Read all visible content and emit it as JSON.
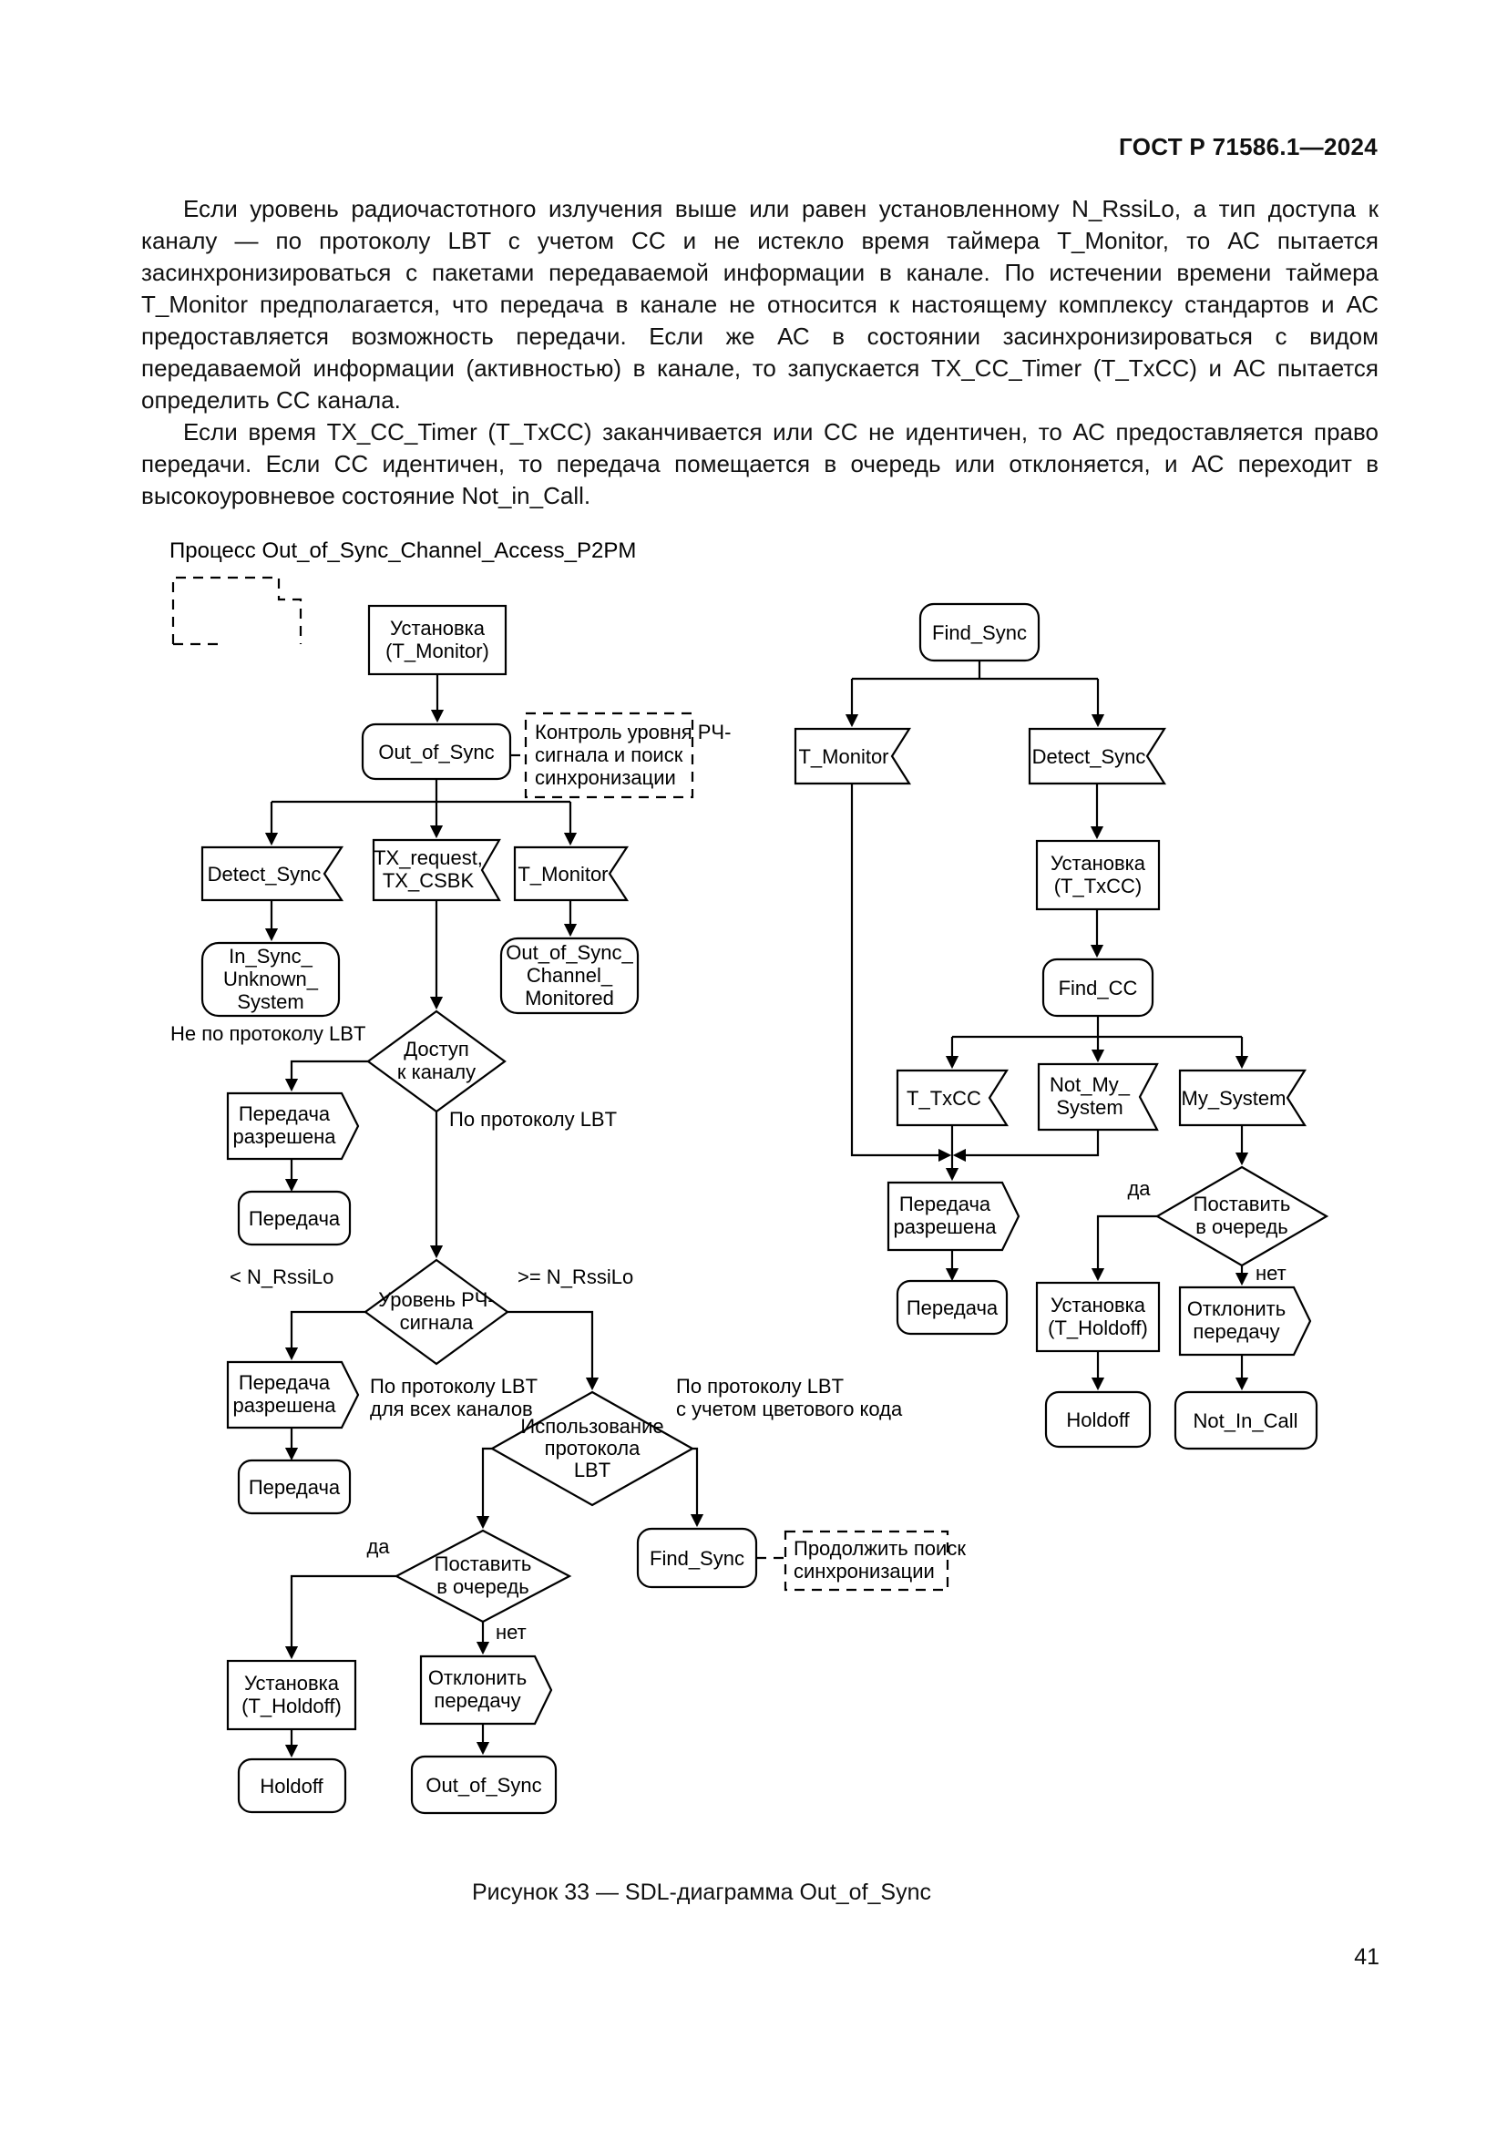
{
  "header": {
    "doc_code": "ГОСТ Р 71586.1—2024"
  },
  "footer": {
    "page_number": "41"
  },
  "body": {
    "p1": "Если уровень радиочастотного излучения выше или равен установленному N_RssiLo, а тип доступа к каналу — по протоколу LBT с учетом CC и не истекло время таймера T_Monitor, то АС пытается засинхронизироваться с пакетами передаваемой информации в канале. По истечении времени таймера T_Monitor предполагается, что передача в канале не относится к настоящему комплексу стандартов и АС предоставляется возможность передачи. Если же АС в состоянии засинхронизироваться с видом передаваемой информации (активностью) в канале, то запускается TX_CC_Timer (T_TxCC) и АС пытается определить CC канала.",
    "p2": "Если время TX_CC_Timer (T_TxCC) заканчивается или CC не идентичен, то АС предоставляется право передачи. Если CC идентичен, то передача помещается в очередь или отклоняется, и АС переходит в высокоуровневое состояние Not_in_Call."
  },
  "figure": {
    "process_title": "Процесс Out_of_Sync_Channel_Access_P2PM",
    "caption": "Рисунок 33 — SDL-диаграмма Out_of_Sync"
  },
  "diagram": {
    "set_tmonitor": {
      "l1": "Установка",
      "l2": "(T_Monitor)"
    },
    "state_out_of_sync": "Out_of_Sync",
    "comment_rf": {
      "l1": "Контроль уровня РЧ-",
      "l2": "сигнала и поиск",
      "l3": "синхронизации"
    },
    "in_detect_sync": "Detect_Sync",
    "in_tx_request": {
      "l1": "TX_request,",
      "l2": "TX_CSBK"
    },
    "in_t_monitor": "T_Monitor",
    "state_in_sync_unknown": {
      "l1": "In_Sync_",
      "l2": "Unknown_",
      "l3": "System"
    },
    "state_oos_monitored": {
      "l1": "Out_of_Sync_",
      "l2": "Channel_",
      "l3": "Monitored"
    },
    "dec_access": {
      "l1": "Доступ",
      "l2": "к каналу"
    },
    "lbl_not_lbt": "Не по протоколу LBT",
    "lbl_lbt": "По протоколу LBT",
    "out_perm": {
      "l1": "Передача",
      "l2": "разрешена"
    },
    "state_tx": "Передача",
    "dec_rf_level": {
      "l1": "Уровень РЧ-",
      "l2": "сигнала"
    },
    "lbl_lt_rssi": "< N_RssiLo",
    "lbl_ge_rssi": ">= N_RssiLo",
    "lbl_lbt_all": {
      "l1": "По протоколу LBT",
      "l2": "для всех каналов"
    },
    "lbl_lbt_cc": {
      "l1": "По протоколу LBT",
      "l2": "с учетом цветового кода"
    },
    "dec_lbt_use": {
      "l1": "Использование",
      "l2": "протокола",
      "l3": "LBT"
    },
    "dec_queue": {
      "l1": "Поставить",
      "l2": "в очередь"
    },
    "lbl_yes": "да",
    "lbl_no": "нет",
    "set_holdoff": {
      "l1": "Установка",
      "l2": "(T_Holdoff)"
    },
    "state_holdoff": "Holdoff",
    "out_reject": {
      "l1": "Отклонить",
      "l2": "передачу"
    },
    "state_find_sync": "Find_Sync",
    "comment_continue": {
      "l1": "Продолжить поиск",
      "l2": "синхронизации"
    },
    "set_ttxcc": {
      "l1": "Установка",
      "l2": "(T_TxCC)"
    },
    "state_find_cc": "Find_CC",
    "in_t_txcc": "T_TxCC",
    "in_not_my_system": {
      "l1": "Not_My_",
      "l2": "System"
    },
    "in_my_system": "My_System",
    "state_not_in_call": "Not_In_Call"
  }
}
